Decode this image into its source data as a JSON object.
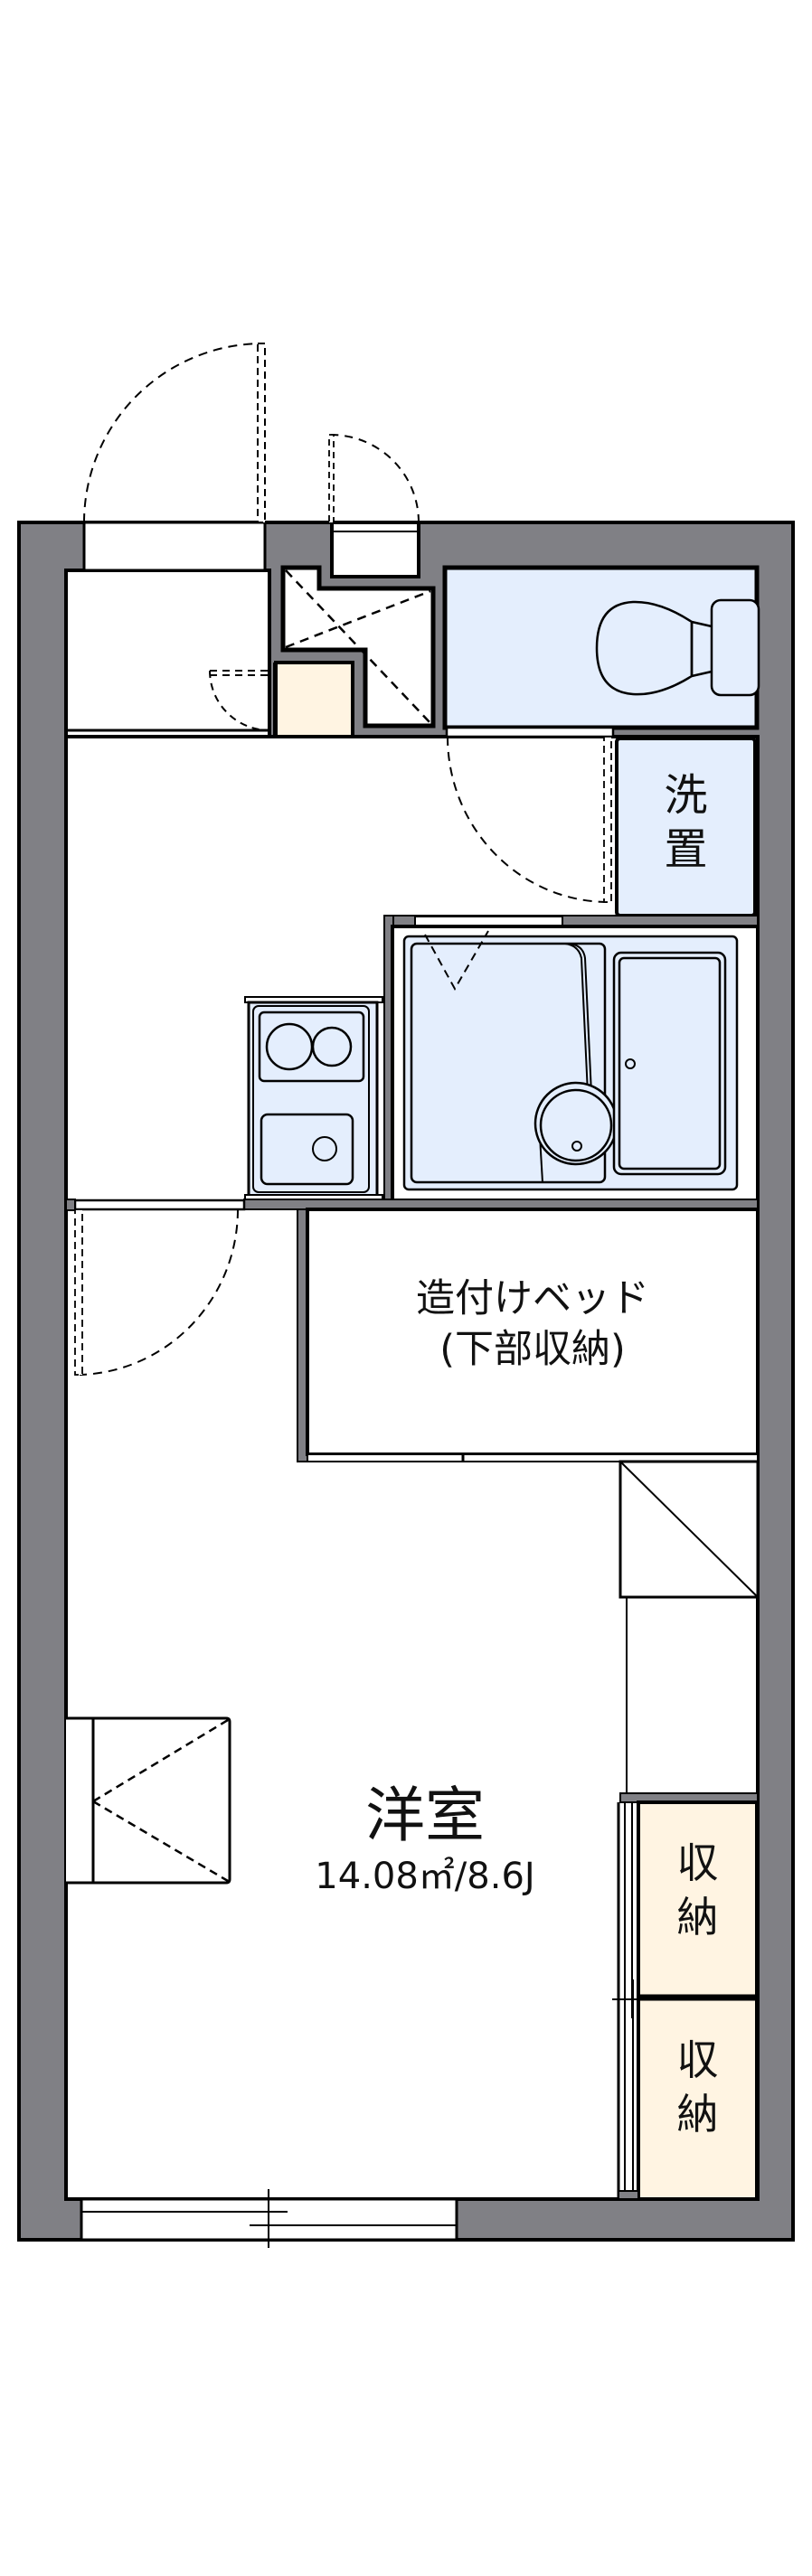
{
  "floorplan": {
    "colors": {
      "wall": "#808085",
      "wet_area": "#e4eefd",
      "storage": "#fff4e2",
      "line": "#000000",
      "background": "#ffffff"
    },
    "rooms": {
      "western_room": {
        "name": "洋室",
        "area": "14.08㎡/8.6J"
      },
      "built_in_bed": {
        "line1": "造付けベッド",
        "line2": "(下部収納)"
      },
      "washer_space": {
        "line1": "洗",
        "line2": "置"
      },
      "storage_1": {
        "line1": "収",
        "line2": "納"
      },
      "storage_2": {
        "line1": "収",
        "line2": "納"
      }
    },
    "fixtures": [
      "entrance-door",
      "toilet",
      "unit-bath",
      "kitchen-stove-2-burner",
      "kitchen-sink",
      "pipe-shaft",
      "shoe-cabinet",
      "closet",
      "balcony-window",
      "side-window"
    ]
  }
}
